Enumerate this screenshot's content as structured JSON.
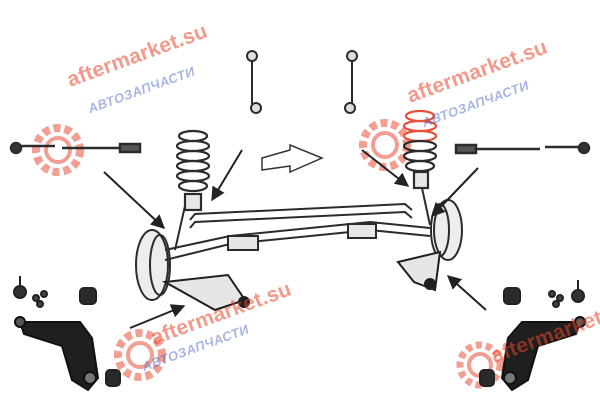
{
  "watermark": {
    "brand": "aftermarket.su",
    "tagline": "АВТОЗАПЧАСТИ",
    "logo_icon": "gear-logo-icon",
    "brand_color": "#e8503a",
    "tagline_color": "#3c5ac8"
  },
  "diagram": {
    "part_color": "#2b2b2b",
    "line_color": "#666666",
    "fill_light": "#e6e6e6",
    "fill_dark": "#1f1f1f",
    "highlight_color": "#e8503a",
    "components": [
      "stabilizer-link-left",
      "stabilizer-link-right",
      "coil-spring-left",
      "coil-spring-right",
      "tie-rod-left",
      "tie-rod-right",
      "control-arm-left",
      "control-arm-right",
      "ball-joint-left",
      "ball-joint-right",
      "bushing-left",
      "bushing-right",
      "subframe-assembly",
      "direction-arrow"
    ]
  }
}
